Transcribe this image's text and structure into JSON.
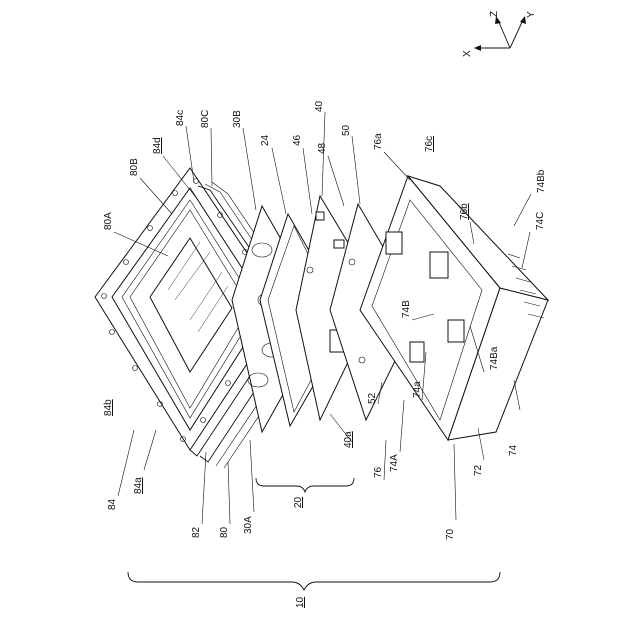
{
  "axes": {
    "x": "X",
    "y": "Y",
    "z": "Z"
  },
  "labels": [
    {
      "id": "84c",
      "text": "84c",
      "underline": false
    },
    {
      "id": "80C",
      "text": "80C",
      "underline": false
    },
    {
      "id": "30B",
      "text": "30B",
      "underline": false
    },
    {
      "id": "24",
      "text": "24",
      "underline": false
    },
    {
      "id": "46",
      "text": "46",
      "underline": false
    },
    {
      "id": "40",
      "text": "40",
      "underline": false
    },
    {
      "id": "48",
      "text": "48",
      "underline": false
    },
    {
      "id": "50",
      "text": "50",
      "underline": false
    },
    {
      "id": "76a",
      "text": "76a",
      "underline": false
    },
    {
      "id": "76c",
      "text": "76c",
      "underline": true
    },
    {
      "id": "84d",
      "text": "84d",
      "underline": true
    },
    {
      "id": "80B",
      "text": "80B",
      "underline": false
    },
    {
      "id": "80A",
      "text": "80A",
      "underline": false
    },
    {
      "id": "76b",
      "text": "76b",
      "underline": true
    },
    {
      "id": "74Bb",
      "text": "74Bb",
      "underline": false
    },
    {
      "id": "74C",
      "text": "74C",
      "underline": false
    },
    {
      "id": "74B",
      "text": "74B",
      "underline": false
    },
    {
      "id": "74Ba",
      "text": "74Ba",
      "underline": false
    },
    {
      "id": "84b",
      "text": "84b",
      "underline": true
    },
    {
      "id": "74a",
      "text": "74a",
      "underline": false
    },
    {
      "id": "52",
      "text": "52",
      "underline": false
    },
    {
      "id": "40a",
      "text": "40a",
      "underline": true
    },
    {
      "id": "74A",
      "text": "74A",
      "underline": false
    },
    {
      "id": "76",
      "text": "76",
      "underline": false
    },
    {
      "id": "72",
      "text": "72",
      "underline": false
    },
    {
      "id": "74",
      "text": "74",
      "underline": false
    },
    {
      "id": "84",
      "text": "84",
      "underline": false
    },
    {
      "id": "84a",
      "text": "84a",
      "underline": true
    },
    {
      "id": "82",
      "text": "82",
      "underline": false
    },
    {
      "id": "80",
      "text": "80",
      "underline": false
    },
    {
      "id": "30A",
      "text": "30A",
      "underline": false
    },
    {
      "id": "20",
      "text": "20",
      "underline": true
    },
    {
      "id": "70",
      "text": "70",
      "underline": false
    },
    {
      "id": "10",
      "text": "10",
      "underline": true
    }
  ]
}
